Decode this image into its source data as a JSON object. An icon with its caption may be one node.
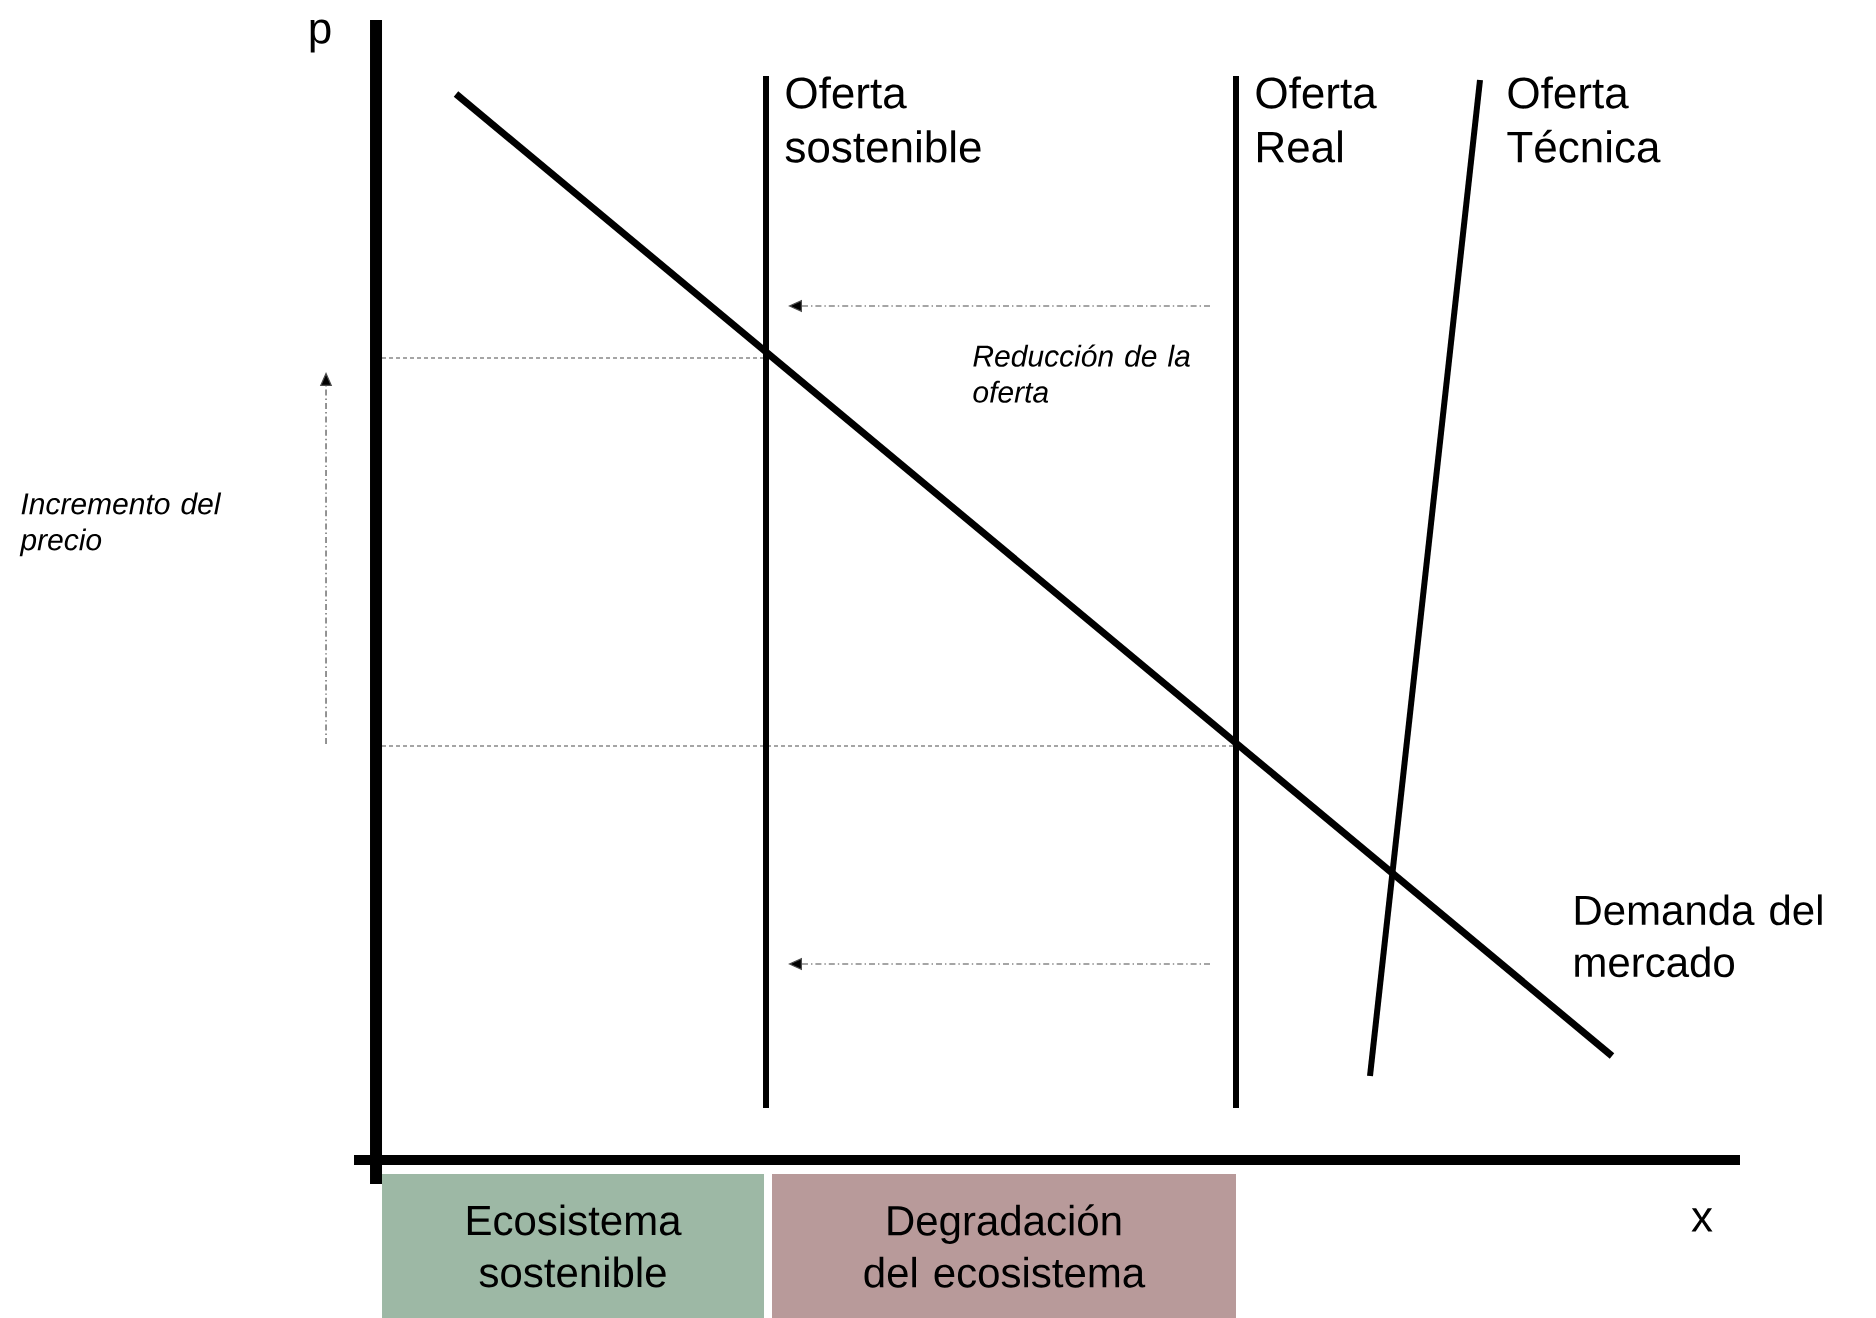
{
  "diagram": {
    "nodes": [
      {
        "text": [
          "Ecosistema sostenible"
        ]
      },
      {
        "text": [
          "Degradación del ecosistema"
        ]
      }
    ],
    "labels": [
      "p",
      "Oferta sostenible",
      "Oferta Real",
      "Oferta Técnica",
      "Reducción de la oferta",
      "Incremento del precio",
      "Demanda del mercado",
      "x"
    ]
  }
}
